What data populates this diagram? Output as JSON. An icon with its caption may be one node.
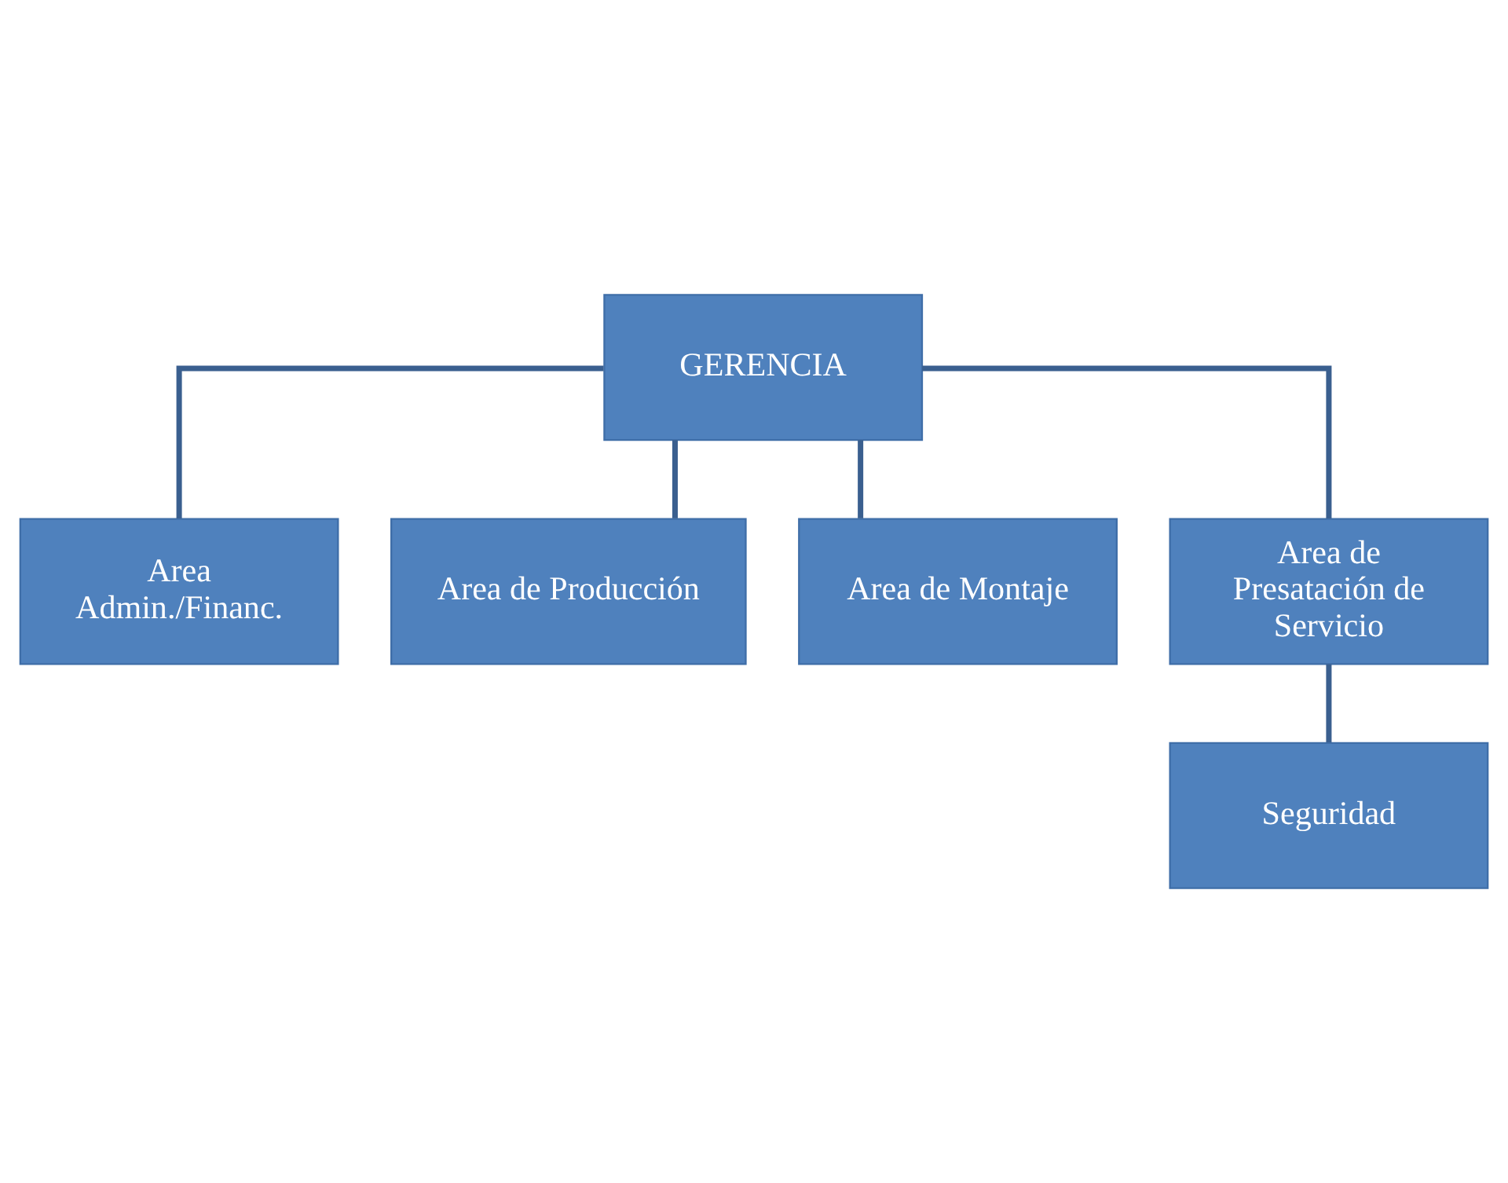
{
  "diagram": {
    "nodes": [
      {
        "text": [
          "GERENCIA"
        ]
      },
      {
        "text": [
          "Area Admin./Financ."
        ]
      },
      {
        "text": [
          "Area de Producción"
        ]
      },
      {
        "text": [
          "Area de Montaje"
        ]
      },
      {
        "text": [
          "Area de Presatación de Servicio"
        ]
      },
      {
        "text": [
          "Seguridad"
        ]
      }
    ],
    "edges": [
      {
        "from": 0,
        "to": 1,
        "arrow": "none"
      },
      {
        "from": 0,
        "to": 2,
        "arrow": "none"
      },
      {
        "from": 0,
        "to": 3,
        "arrow": "none"
      },
      {
        "from": 0,
        "to": 4,
        "arrow": "none"
      },
      {
        "from": 4,
        "to": 5,
        "arrow": "none"
      }
    ]
  }
}
